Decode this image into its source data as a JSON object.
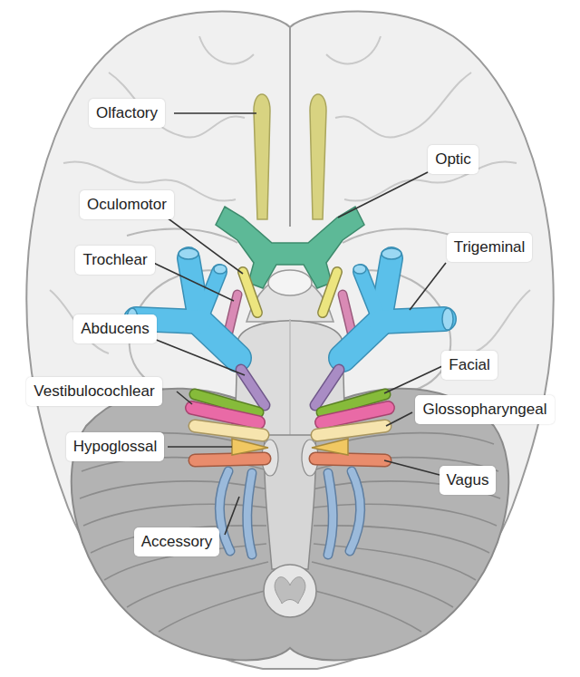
{
  "diagram": {
    "labels": [
      "Olfactory",
      "Optic",
      "Oculomotor",
      "Trochlear",
      "Trigeminal",
      "Abducens",
      "Facial",
      "Vestibulocochlear",
      "Glossopharyngeal",
      "Hypoglossal",
      "Vagus",
      "Accessory"
    ]
  }
}
